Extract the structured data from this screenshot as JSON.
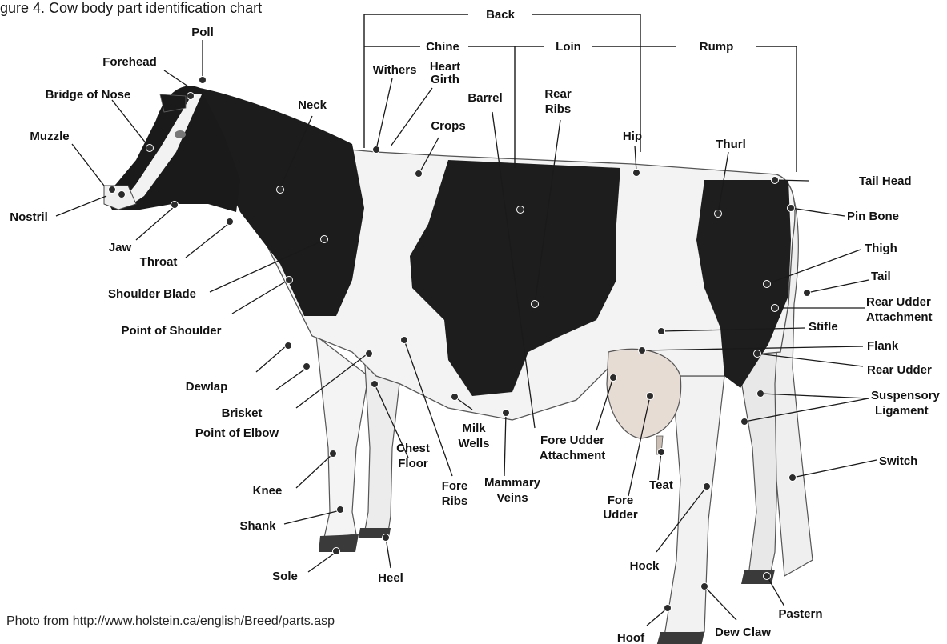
{
  "figure": {
    "caption": "gure 4. Cow body part identification chart",
    "credit": "Photo from http://www.holstein.ca/english/Breed/parts.asp"
  },
  "regions": {
    "back": "Back",
    "chine": "Chine",
    "loin": "Loin",
    "rump": "Rump"
  },
  "parts": {
    "poll": "Poll",
    "forehead": "Forehead",
    "bridge_of_nose": "Bridge of Nose",
    "muzzle": "Muzzle",
    "nostril": "Nostril",
    "jaw": "Jaw",
    "throat": "Throat",
    "neck": "Neck",
    "shoulder_blade": "Shoulder Blade",
    "point_of_shoulder": "Point of Shoulder",
    "dewlap": "Dewlap",
    "brisket": "Brisket",
    "point_of_elbow": "Point of Elbow",
    "knee": "Knee",
    "shank": "Shank",
    "sole": "Sole",
    "heel": "Heel",
    "withers": "Withers",
    "heart_girth_1": "Heart",
    "heart_girth_2": "Girth",
    "crops": "Crops",
    "barrel": "Barrel",
    "rear_ribs_1": "Rear",
    "rear_ribs_2": "Ribs",
    "hip": "Hip",
    "thurl": "Thurl",
    "tail_head": "Tail Head",
    "pin_bone": "Pin Bone",
    "thigh": "Thigh",
    "tail": "Tail",
    "rear_udder_attachment_1": "Rear Udder",
    "rear_udder_attachment_2": "Attachment",
    "stifle": "Stifle",
    "flank": "Flank",
    "rear_udder": "Rear Udder",
    "suspensory_ligament_1": "Suspensory",
    "suspensory_ligament_2": "Ligament",
    "switch": "Switch",
    "chest_floor_1": "Chest",
    "chest_floor_2": "Floor",
    "milk_wells_1": "Milk",
    "milk_wells_2": "Wells",
    "fore_ribs_1": "Fore",
    "fore_ribs_2": "Ribs",
    "mammary_veins_1": "Mammary",
    "mammary_veins_2": "Veins",
    "fore_udder_attachment_1": "Fore Udder",
    "fore_udder_attachment_2": "Attachment",
    "teat": "Teat",
    "fore_udder_1": "Fore",
    "fore_udder_2": "Udder",
    "hock": "Hock",
    "hoof": "Hoof",
    "dew_claw": "Dew Claw",
    "pastern": "Pastern"
  }
}
